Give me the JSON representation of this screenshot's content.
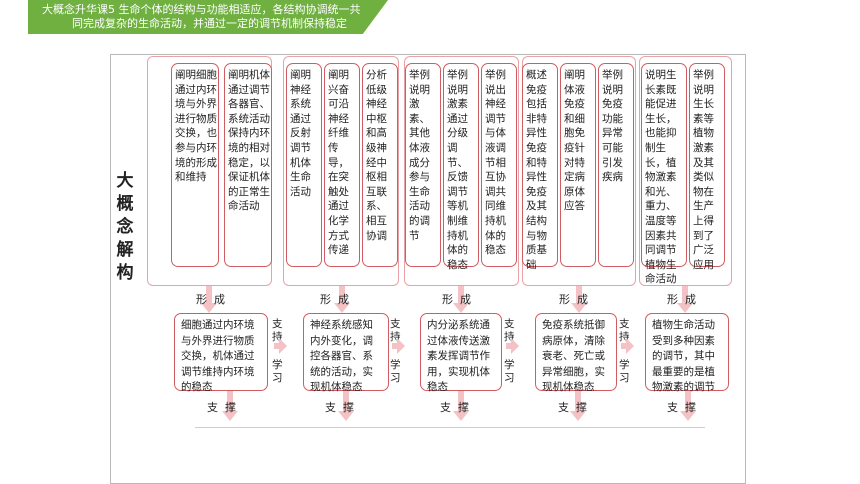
{
  "header": {
    "line1": "大概念升华课5    生命个体的结构与功能相适应，各结构协调统一共",
    "line2": "同完成复杂的生命活动，并通过一定的调节机制保持稳定"
  },
  "vertical_title": [
    "大",
    "概",
    "念",
    "解",
    "构"
  ],
  "top_boxes": [
    "阐明细胞通过内环境与外界进行物质交换，也参与内环境的形成和维持",
    "阐明机体通过调节各器官、系统活动保持内环境的相对稳定，以保证机体的正常生命活动",
    "阐明神经系统通过反射调节机体生命活动",
    "阐明兴奋可沿神经纤维传导，在突触处通过化学方式传递",
    "分析低级神经中枢和高级神经中枢相互联系、相互协调",
    "举例说明激素、其他体液成分参与生命活动的调节",
    "举例说明激素通过分级调节、反馈调节等机制维持机体的稳态",
    "举例说出神经调节与体液调节相互协调共同维持机体的稳态",
    "概述免疫包括非特异性免疫和特异性免疫及其结构与物质基础",
    "阐明体液免疫和细胞免疫针对特定病原体应答",
    "举例说明免疫功能异常可能引发疾病",
    "说明生长素既能促进生长，也能抑制生长，植物激素和光、重力、温度等因素共同调节植物生命活动",
    "举例说明生长素等植物激素及其类似物在生产上得到了广泛应用"
  ],
  "labels": {
    "form": "形  成",
    "support_h": [
      "支",
      "持"
    ],
    "learn_h": [
      "学",
      "习"
    ],
    "support_down": "支  撑"
  },
  "concept_boxes": [
    "细胞通过内环境与外界进行物质交换，机体通过调节维持内环境的稳态",
    "神经系统感知内外变化，调控各器官、系统的活动，实现机体稳态",
    "内分泌系统通过体液传送激素发挥调节作用，实现机体稳态",
    "免疫系统抵御病原体，清除衰老、死亡或异常细胞，实现机体稳态",
    "植物生命活动受到多种因素的调节，其中最重要的是植物激素的调节"
  ],
  "colors": {
    "banner": "#6fb040",
    "box_border": "#d05c61",
    "group_border": "#e9a3a6",
    "arrow": "#f4c2c4"
  }
}
